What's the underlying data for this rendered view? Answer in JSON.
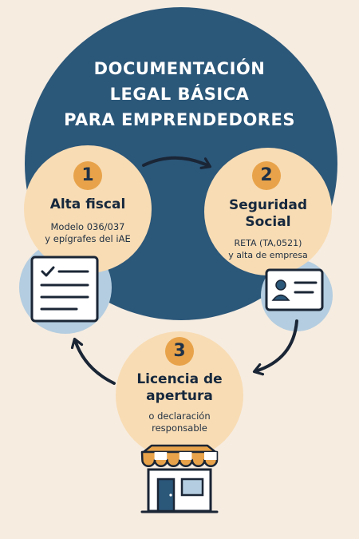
{
  "title": {
    "line1": "DOCUMENTACIÓN",
    "line2": "LEGAL BÁSICA",
    "line3": "PARA EMPRENDEDORES"
  },
  "steps": [
    {
      "number": "1",
      "title": "Alta fiscal",
      "desc_line1": "Modelo 036/037",
      "desc_line2": "y epígrafes del iAE"
    },
    {
      "number": "2",
      "title_line1": "Seguridad",
      "title_line2": "Social",
      "desc_line1": "RETA (TA,0521)",
      "desc_line2": "y alta de empresa"
    },
    {
      "number": "3",
      "title_line1": "Licencia de",
      "title_line2": "apertura",
      "desc_line1": "o declaración",
      "desc_line2": "responsable"
    }
  ],
  "icons": {
    "step1": "checklist-document-icon",
    "step2": "id-card-icon",
    "step3": "storefront-icon"
  },
  "colors": {
    "background": "#f6ece0",
    "big_circle": "#2b5779",
    "step_circle": "#f8dcb4",
    "accent_number": "#e8a34a",
    "light_blue": "#b4cde0",
    "text_dark": "#16283d"
  }
}
